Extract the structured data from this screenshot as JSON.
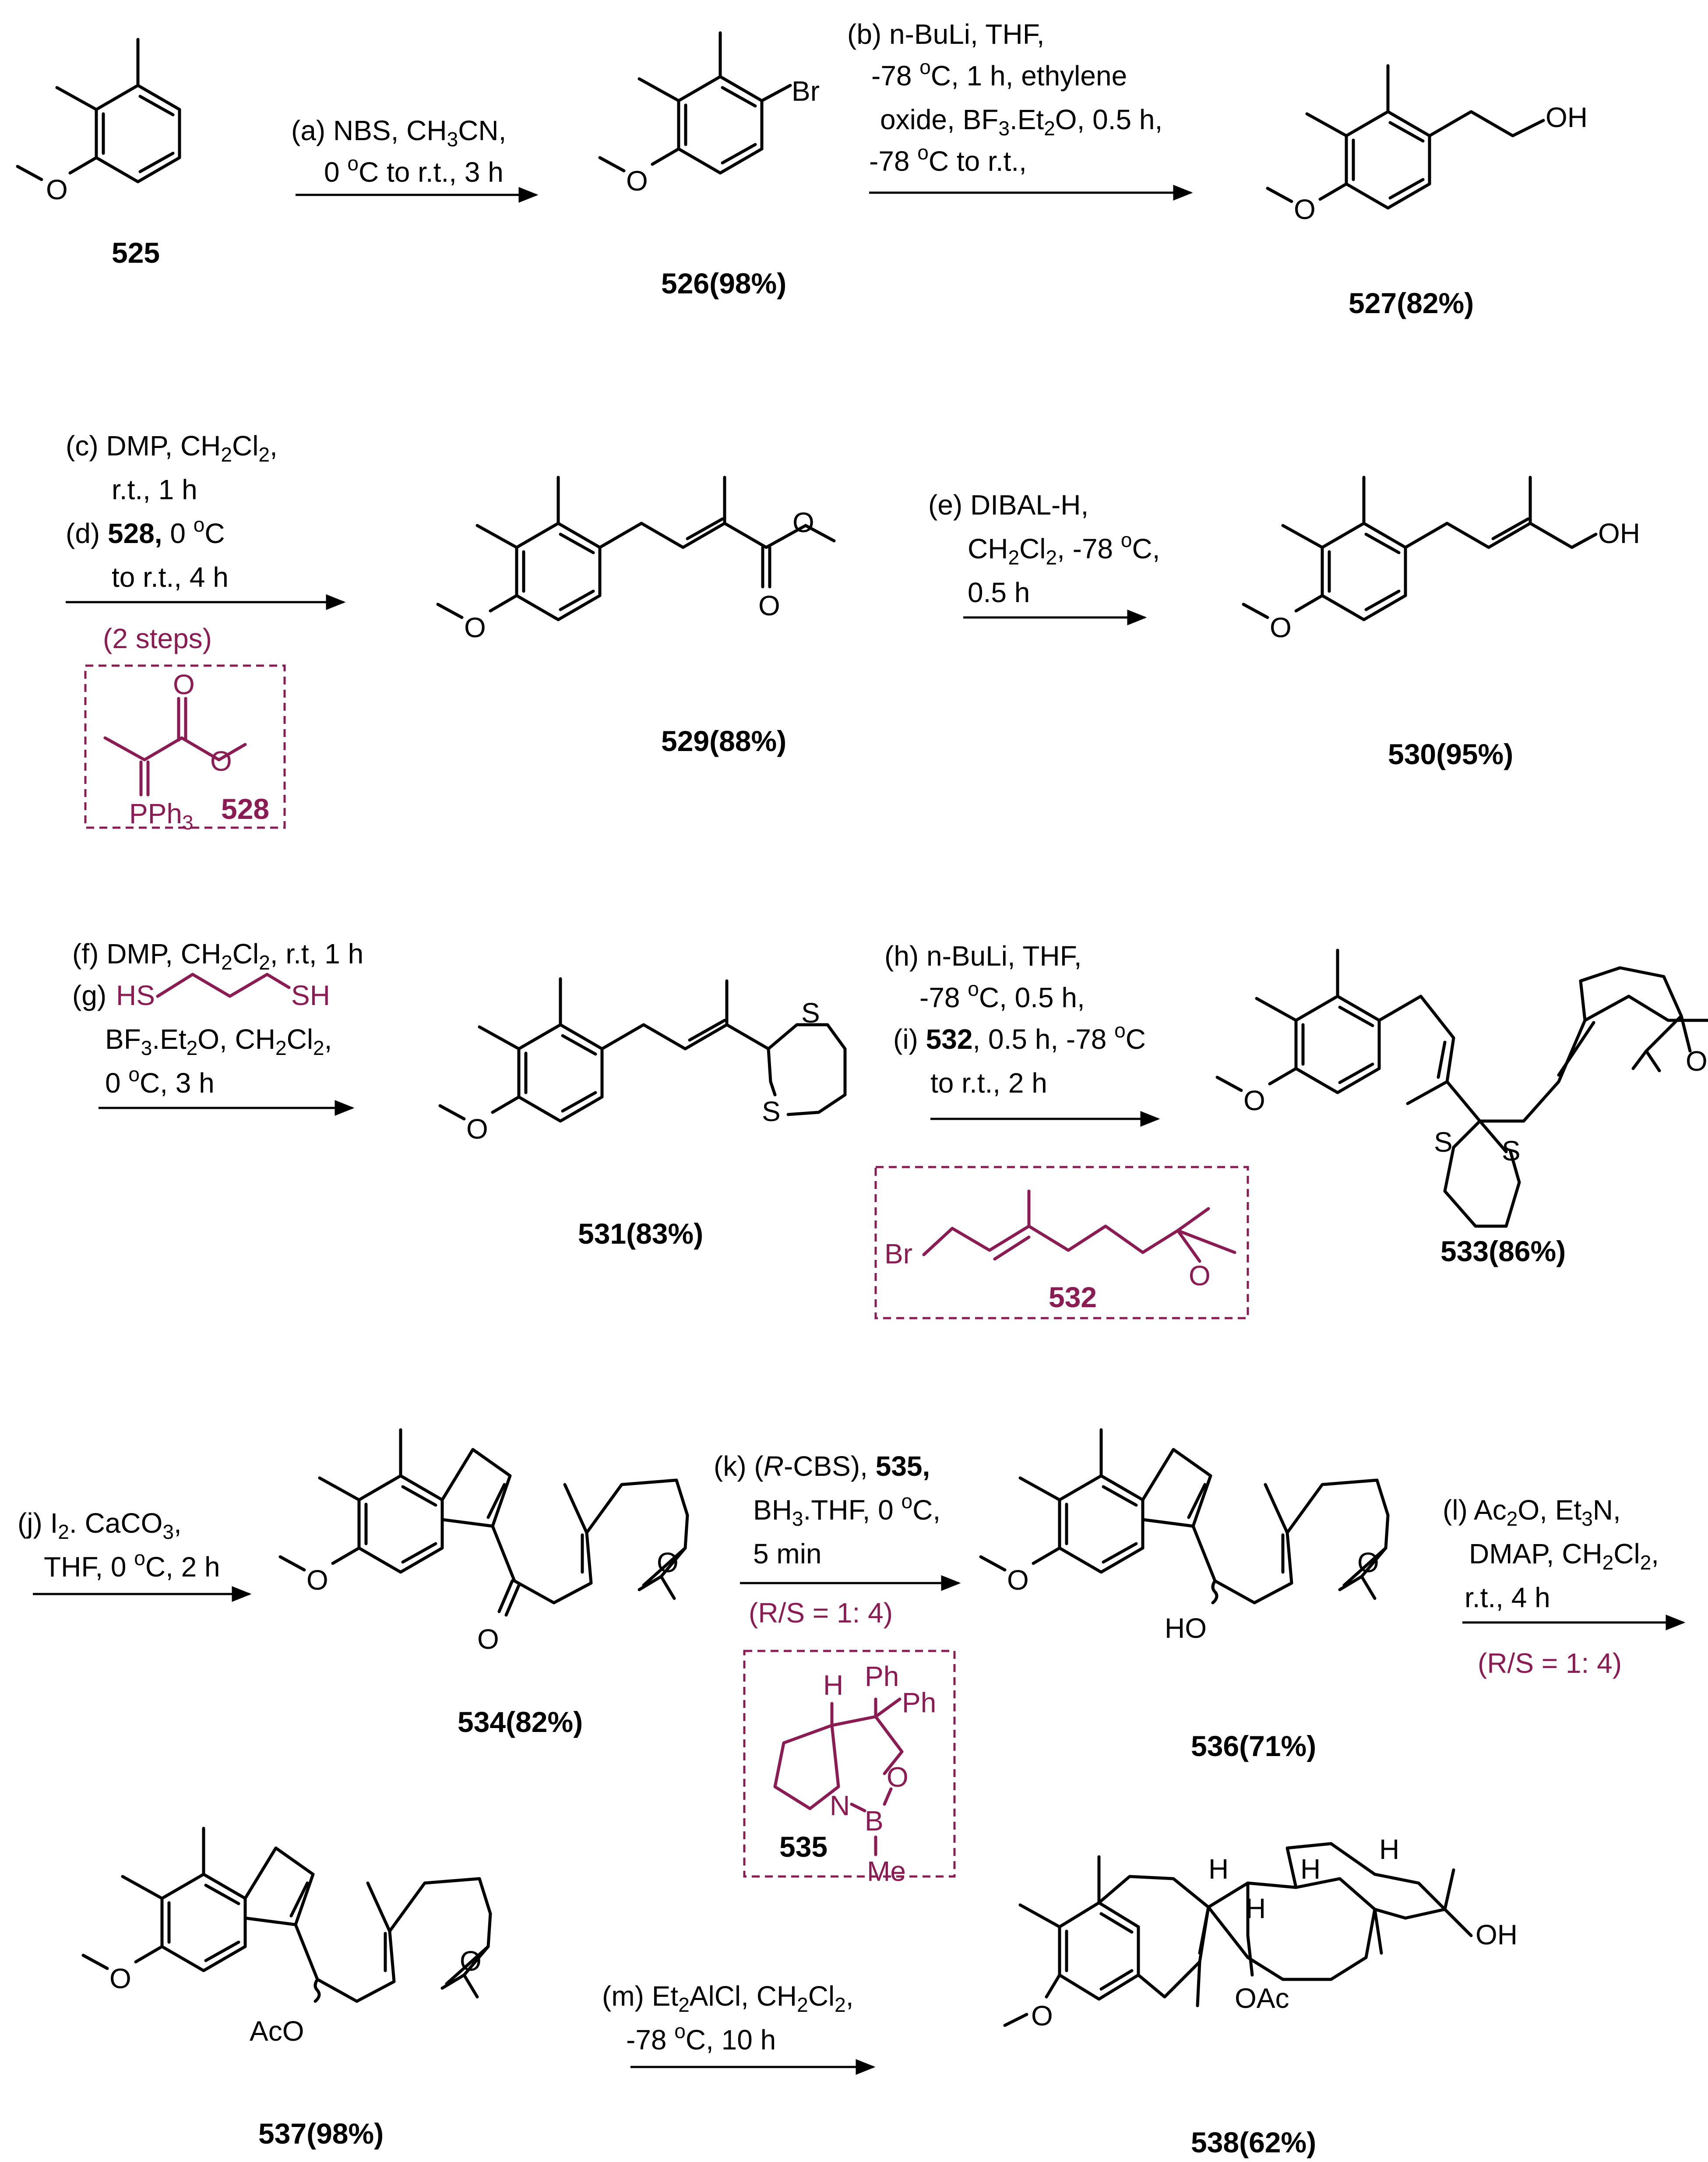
{
  "colors": {
    "ink": "#000000",
    "reagent_highlight": "#8a1c53",
    "background": "#ffffff"
  },
  "compounds": {
    "c525": {
      "number": "525",
      "yield": ""
    },
    "c526": {
      "number": "526",
      "yield": "(98%)"
    },
    "c527": {
      "number": "527",
      "yield": "(82%)"
    },
    "c528": {
      "number": "528"
    },
    "c529": {
      "number": "529",
      "yield": "(88%)"
    },
    "c530": {
      "number": "530",
      "yield": "(95%)"
    },
    "c531": {
      "number": "531",
      "yield": "(83%)"
    },
    "c532": {
      "number": "532"
    },
    "c533": {
      "number": "533",
      "yield": "(86%)"
    },
    "c534": {
      "number": "534",
      "yield": "(82%)"
    },
    "c535": {
      "number": "535"
    },
    "c536": {
      "number": "536",
      "yield": "(71%)"
    },
    "c537": {
      "number": "537",
      "yield": "(98%)"
    },
    "c538": {
      "number": "538",
      "yield": "(62%)"
    }
  },
  "atoms": {
    "O": "O",
    "OH": "OH",
    "Br": "Br",
    "S": "S",
    "HO": "HO",
    "AcO": "AcO",
    "OAc": "OAc",
    "H": "H",
    "N": "N",
    "B": "B",
    "Me": "Me",
    "Ph": "Ph",
    "PPh3": "PPh",
    "HS": "HS",
    "SH": "SH"
  },
  "steps": {
    "a": {
      "line1": "(a) NBS, CH",
      "line1_sub": "3",
      "line1_end": "CN,",
      "line2": "0 ",
      "line2_sup": "o",
      "line2_end": "C to r.t., 3 h"
    },
    "b": {
      "line1": "(b) n-BuLi, THF,",
      "line2": "-78 ",
      "line2_end": "C, 1 h, ethylene",
      "line3": "oxide, BF",
      "line3_mid": ".",
      "line3_end": "Et",
      "line3_sub2": "2",
      "line3_tail": "O, 0.5 h,",
      "line4": "-78 ",
      "line4_end": "C to r.t.,"
    },
    "cd": {
      "line1": "(c) DMP,  CH",
      "line1_sub": "2",
      "line1_mid": "Cl",
      "line1_end": ",",
      "line2": "r.t., 1 h",
      "line3_label": "(d) ",
      "line3_bold": "528,",
      "line3_end": " 0 ",
      "line3_tail": "C",
      "line4": "to r.t., 4 h",
      "note": "(2 steps)"
    },
    "e": {
      "line1": "(e) DIBAL-H,",
      "line2": "CH",
      "line2_mid": "Cl",
      "line2_end": ", -78 ",
      "line2_tail": "C,",
      "line3": "0.5 h"
    },
    "fg": {
      "line1": "(f) DMP,  CH",
      "line1_mid": "Cl",
      "line1_end": ", r.t, 1 h",
      "line2_label": "(g)",
      "line3": "BF",
      "line3_mid": ".",
      "line3_et": "Et",
      "line3_o": "O, CH",
      "line3_cl": "Cl",
      "line3_end": ",",
      "line4": "0 ",
      "line4_end": "C, 3 h"
    },
    "hi": {
      "line1": "(h) n-BuLi, THF,",
      "line2": "-78 ",
      "line2_end": "C, 0.5 h,",
      "line3_label": "(i) ",
      "line3_bold": "532",
      "line3_end": ", 0.5 h, -78 ",
      "line3_tail": "C",
      "line4": "to r.t., 2 h"
    },
    "j": {
      "line1": "(j) I",
      "line1_mid": "CaCO",
      "line1_end": ",",
      "line2": "THF, 0 ",
      "line2_end": "C, 2 h"
    },
    "k": {
      "line1": "(k) (",
      "line1_it": "R",
      "line1_mid": "-CBS), ",
      "line1_bold": "535,",
      "line2": "BH",
      "line2_mid": "THF, 0 ",
      "line2_end": "C,",
      "line3": "5 min",
      "ratio": "(R/S = 1: 4)"
    },
    "l": {
      "line1": "(l) Ac",
      "line1_mid": "O, Et",
      "line1_end": "N,",
      "line2": "DMAP, CH",
      "line2_mid": "Cl",
      "line2_end": ",",
      "line3": "r.t., 4 h",
      "ratio": "(R/S = 1: 4)"
    },
    "m": {
      "line1": "(m) Et",
      "line1_mid": "AlCl, CH",
      "line1_cl": "Cl",
      "line1_end": ",",
      "line2": "-78 ",
      "line2_end": "C, 10 h"
    }
  },
  "glyphs": {
    "sub2": "2",
    "sub3": "3",
    "deg": "o",
    "dot": "."
  }
}
